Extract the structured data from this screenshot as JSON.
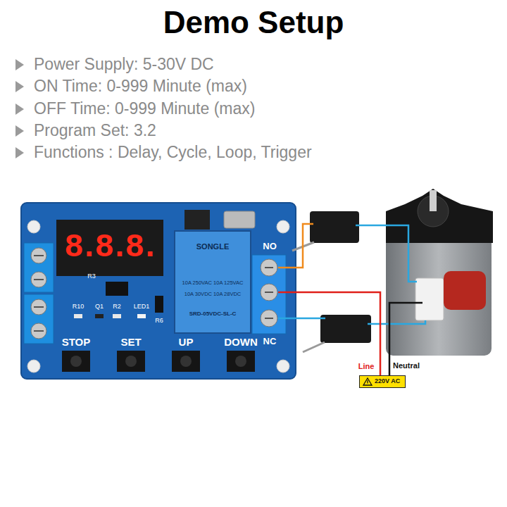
{
  "diagram": {
    "title": "Demo Setup",
    "nodes": [
      {
        "text": [
          "220V AC"
        ]
      }
    ],
    "labels": [
      "Power Supply: 5-30V DC",
      "ON Time: 0-999 Minute (max)",
      "OFF Time: 0-999 Minute (max)",
      "Program Set: 3.2",
      "Functions : Delay, Cycle, Loop, Trigger",
      "8.8.8.",
      "SONGLE",
      "SRD-05VDC-SL-C",
      "10A 250VAC 10A 125VAC",
      "10A 30VDC 10A 28VDC",
      "NO",
      "NC",
      "STOP",
      "SET",
      "UP",
      "DOWN",
      "R3",
      "R10",
      "Q1",
      "R2",
      "LED1",
      "R6",
      "Line",
      "Neutral"
    ]
  }
}
